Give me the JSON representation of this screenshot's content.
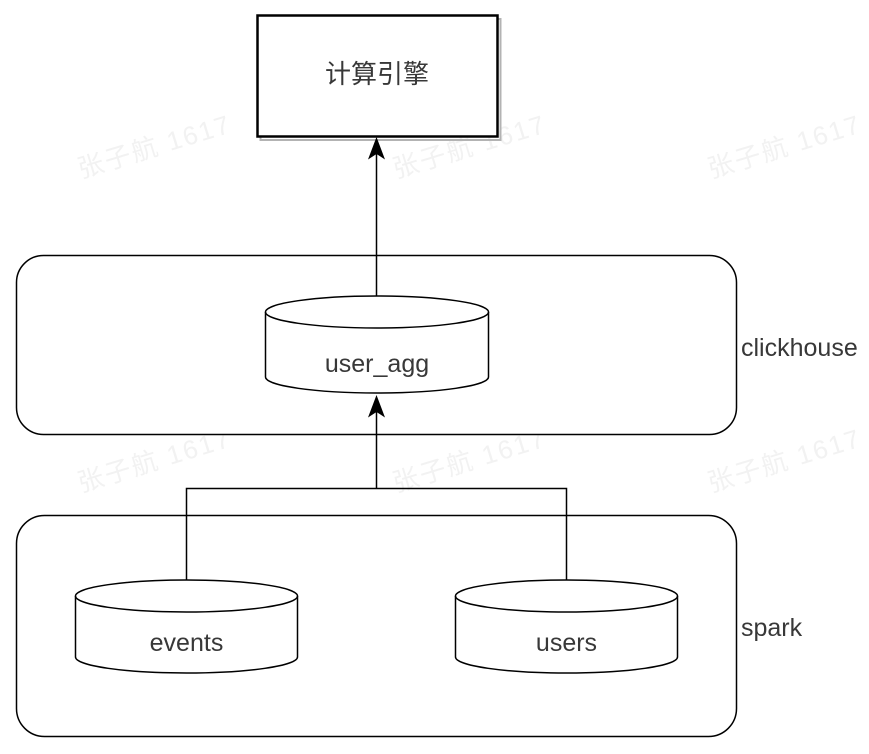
{
  "theme": {
    "stroke-color": "#000000",
    "text-color": "#383838",
    "shadow-color": "#b3b3b3",
    "watermark-color": "#f2f2f2",
    "canvas-color": "#ffffff"
  },
  "watermark": {
    "text": "张子航 1617"
  },
  "diagram": {
    "engine_box": {
      "label": "计算引擎"
    },
    "clickhouse_group": {
      "label": "clickhouse",
      "tables": [
        {
          "label": "user_agg"
        }
      ]
    },
    "spark_group": {
      "label": "spark",
      "tables": [
        {
          "label": "events"
        },
        {
          "label": "users"
        }
      ]
    },
    "edges": [
      {
        "from": "user_agg",
        "to": "计算引擎",
        "arrow": "up"
      },
      {
        "from": "events, users",
        "to": "user_agg",
        "arrow": "up"
      }
    ]
  }
}
